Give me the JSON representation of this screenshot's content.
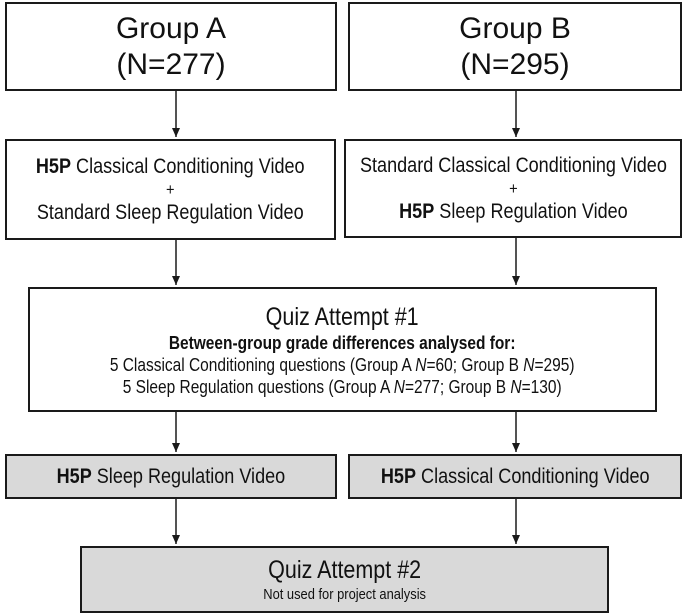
{
  "group_a": {
    "title": "Group A",
    "n": "(N=277)"
  },
  "group_b": {
    "title": "Group B",
    "n": "(N=295)"
  },
  "treatment_a": {
    "line1_bold": "H5P",
    "line1_rest": " Classical Conditioning Video",
    "plus": "+",
    "line2": "Standard Sleep Regulation Video"
  },
  "treatment_b": {
    "line1": "Standard Classical Conditioning Video",
    "plus": "+",
    "line2_bold": "H5P",
    "line2_rest": " Sleep Regulation Video"
  },
  "quiz1": {
    "title": "Quiz Attempt #1",
    "subtitle": "Between-group grade differences analysed for:",
    "cc_prefix": "5 Classical Conditioning questions (Group A ",
    "cc_n1": "N",
    "cc_mid": "=60; Group B ",
    "cc_n2": "N",
    "cc_end": "=295)",
    "sr_prefix": "5 Sleep Regulation questions (Group A ",
    "sr_n1": "N",
    "sr_mid": "=277; Group B ",
    "sr_n2": "N",
    "sr_end": "=130)"
  },
  "followup_a": {
    "bold": "H5P",
    "rest": " Sleep Regulation Video"
  },
  "followup_b": {
    "bold": "H5P",
    "rest": " Classical Conditioning Video"
  },
  "quiz2": {
    "title": "Quiz Attempt #2",
    "note": "Not used for project analysis"
  }
}
